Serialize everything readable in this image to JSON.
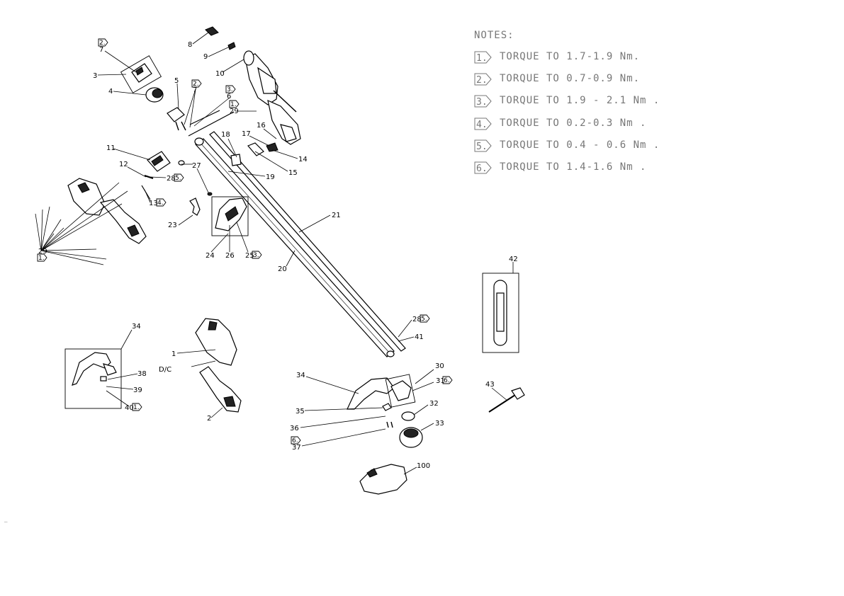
{
  "notes": {
    "title": "NOTES:",
    "items": [
      {
        "flag": "1.",
        "text": "TORQUE TO 1.7-1.9 Nm."
      },
      {
        "flag": "2.",
        "text": "TORQUE TO 0.7-0.9 Nm."
      },
      {
        "flag": "3.",
        "text": "TORQUE TO 1.9 - 2.1 Nm ."
      },
      {
        "flag": "4.",
        "text": "TORQUE TO 0.2-0.3 Nm ."
      },
      {
        "flag": "5.",
        "text": "TORQUE TO 0.4 - 0.6 Nm ."
      },
      {
        "flag": "6.",
        "text": "TORQUE TO 1.4-1.6 Nm ."
      }
    ]
  },
  "labels": {
    "p1": "1",
    "p2": "2",
    "p3": "3",
    "p4": "4",
    "p5": "5",
    "p6": "6",
    "p7a": "7",
    "p7b": "7",
    "p8": "8",
    "p9": "9",
    "p10": "10",
    "p11": "11",
    "p12": "12",
    "p13": "13",
    "p14": "14",
    "p15": "15",
    "p16": "16",
    "p17": "17",
    "p18": "18",
    "p19": "19",
    "p20": "20",
    "p21": "21",
    "p23": "23",
    "p24": "24",
    "p25": "25",
    "p26": "26",
    "p27": "27",
    "p28a": "28",
    "p28b": "28",
    "p29a": "29",
    "p29b": "29",
    "p30": "30",
    "p31": "31",
    "p32": "32",
    "p33": "33",
    "p34a": "34",
    "p34b": "34",
    "p35": "35",
    "p36": "36",
    "p37": "37",
    "p38": "38",
    "p39": "39",
    "p40": "40",
    "p41": "41",
    "p42": "42",
    "p43": "43",
    "p100": "100",
    "dc": "D/C"
  },
  "flags": {
    "f2_7": "2.",
    "f2_b": "2.",
    "f3_6": "3.",
    "f1_29": "1.",
    "f5_28": "5.",
    "f4_13": "4.",
    "f3_25": "3.",
    "f1_29b": "1.",
    "f5_28b": "5.",
    "f6_31": "6.",
    "f1_40": "1.",
    "f6_37": "6."
  },
  "footer_mark": "⎯"
}
